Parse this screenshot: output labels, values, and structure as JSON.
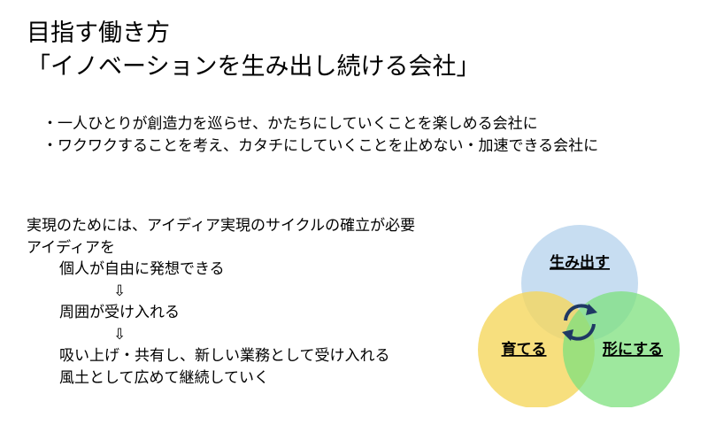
{
  "title": {
    "line1": "目指す働き方",
    "line2": "「イノベーションを生み出し続ける会社」"
  },
  "bullets": [
    "・一人ひとりが創造力を巡らせ、かたちにしていくことを楽しめる会社に",
    "・ワクワクすることを考え、カタチにしていくことを止めない・加速できる会社に"
  ],
  "body": {
    "line1": "実現のためには、アイディア実現のサイクルの確立が必要",
    "line2": "アイディアを",
    "step1": "個人が自由に発想できる",
    "arrow1": "⇩",
    "step2": "周囲が受け入れる",
    "arrow2": "⇩",
    "step3": "吸い上げ・共有し、新しい業務として受け入れる",
    "step4": "風土として広めて継続していく"
  },
  "venn": {
    "top_label": "生み出す",
    "left_label": "育てる",
    "right_label": "形にする",
    "colors": {
      "top": "#bdd7ee",
      "left": "#f5d75e",
      "right": "#7ee07e",
      "arrows": "#1f3864"
    },
    "center_icon": "cycle-arrows-icon"
  }
}
